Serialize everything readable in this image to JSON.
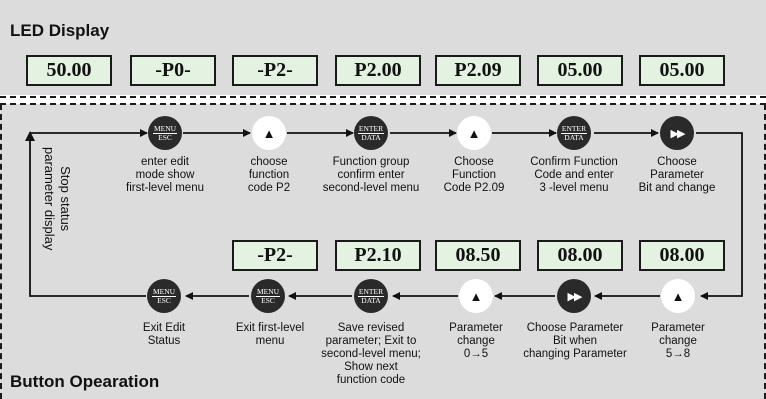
{
  "led_display": {
    "title": "LED Display",
    "values": [
      "50.00",
      "-P0-",
      "-P2-",
      "P2.00",
      "P2.09",
      "05.00",
      "05.00"
    ]
  },
  "button_operation": {
    "title": "Button Opearation",
    "side_label": [
      "Stop status",
      "parameter display"
    ],
    "top_row": [
      {
        "key": "menu-esc",
        "top": "MENU",
        "bottom": "ESC",
        "caption": [
          "enter edit",
          "mode show",
          "first-level menu"
        ]
      },
      {
        "key": "up",
        "glyph": "▲",
        "caption": [
          "choose",
          "function",
          "code P2"
        ]
      },
      {
        "key": "enter-data",
        "top": "ENTER",
        "bottom": "DATA",
        "caption": [
          "Function group",
          "confirm enter",
          "second-level menu"
        ]
      },
      {
        "key": "up",
        "glyph": "▲",
        "caption": [
          "Choose",
          "Function",
          "Code P2.09"
        ]
      },
      {
        "key": "enter-data",
        "top": "ENTER",
        "bottom": "DATA",
        "caption": [
          "Confirm Function",
          "Code and enter",
          "3 -level menu"
        ]
      },
      {
        "key": "shift",
        "glyph": "▶▶",
        "caption": [
          "Choose",
          "Parameter",
          "Bit and change"
        ]
      }
    ],
    "bottom_leds": [
      "-P2-",
      "P2.10",
      "08.50",
      "08.00",
      "08.00"
    ],
    "bottom_row": [
      {
        "key": "menu-esc",
        "top": "MENU",
        "bottom": "ESC",
        "caption": [
          "Exit Edit",
          "Status"
        ]
      },
      {
        "key": "menu-esc",
        "top": "MENU",
        "bottom": "ESC",
        "caption": [
          "Exit first-level",
          "menu"
        ]
      },
      {
        "key": "enter-data",
        "top": "ENTER",
        "bottom": "DATA",
        "caption": [
          "Save revised",
          "parameter; Exit to",
          "second-level menu;",
          "Show next",
          "function code"
        ]
      },
      {
        "key": "up",
        "glyph": "▲",
        "caption": [
          "Parameter",
          "change",
          "0→5"
        ]
      },
      {
        "key": "shift",
        "glyph": "▶▶",
        "caption": [
          "Choose Parameter",
          "Bit when",
          "changing Parameter"
        ]
      },
      {
        "key": "up",
        "glyph": "▲",
        "caption": [
          "Parameter",
          "change",
          "5→8"
        ]
      }
    ]
  }
}
